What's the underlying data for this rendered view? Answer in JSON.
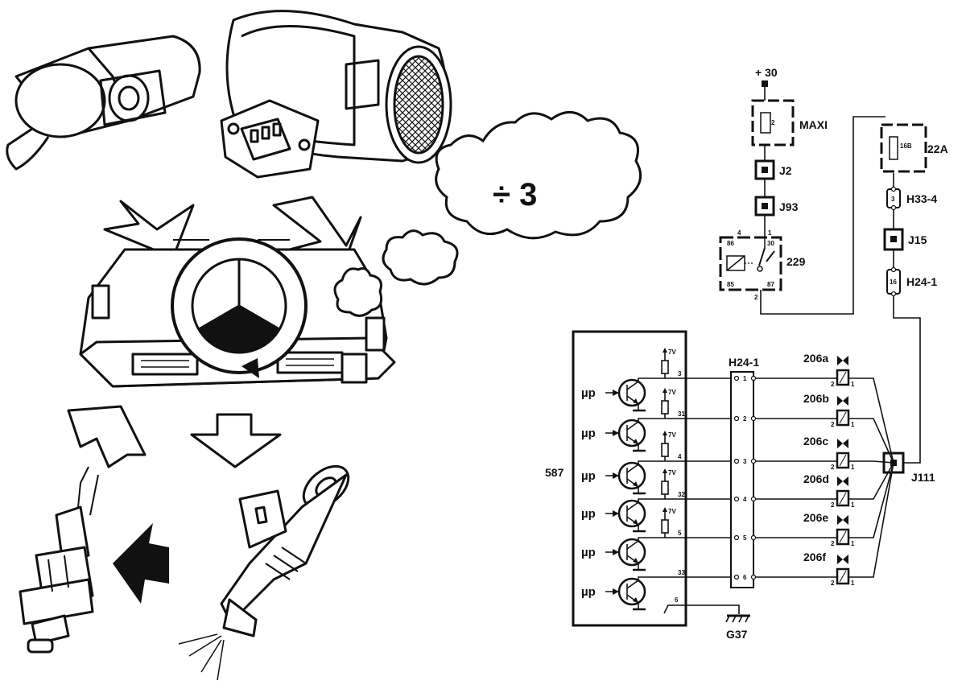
{
  "cloud_text": "÷ 3",
  "power": {
    "label": "+ 30"
  },
  "fuse_maxi": {
    "label": "MAXI",
    "number": "2"
  },
  "fuse_22a": {
    "label": "22A",
    "number": "16B"
  },
  "connectors_left": [
    "J2",
    "J93"
  ],
  "relay": {
    "label": "229",
    "pins": [
      "4",
      "1",
      "86",
      "30",
      "85",
      "87",
      "2"
    ]
  },
  "connectors_right": [
    "H33-4",
    "J15",
    "H24-1"
  ],
  "connector_pins_right": [
    "3",
    "16"
  ],
  "ecu": {
    "label": "587",
    "drivers": [
      "µp",
      "µp",
      "µp",
      "µp",
      "µp",
      "µp"
    ],
    "supply": [
      "7V",
      "7V",
      "7V",
      "7V",
      "7V"
    ],
    "pins": [
      "3",
      "31",
      "4",
      "32",
      "5",
      "33",
      "6"
    ]
  },
  "harness": {
    "label": "H24-1",
    "pins": [
      "1",
      "2",
      "3",
      "4",
      "5",
      "6"
    ]
  },
  "injectors": [
    {
      "label": "206a",
      "pins": [
        "2",
        "1"
      ]
    },
    {
      "label": "206b",
      "pins": [
        "2",
        "1"
      ]
    },
    {
      "label": "206c",
      "pins": [
        "2",
        "1"
      ]
    },
    {
      "label": "206d",
      "pins": [
        "2",
        "1"
      ]
    },
    {
      "label": "206e",
      "pins": [
        "2",
        "1"
      ]
    },
    {
      "label": "206f",
      "pins": [
        "2",
        "1"
      ]
    }
  ],
  "splice": {
    "label": "J111"
  },
  "ground": {
    "label": "G37"
  }
}
